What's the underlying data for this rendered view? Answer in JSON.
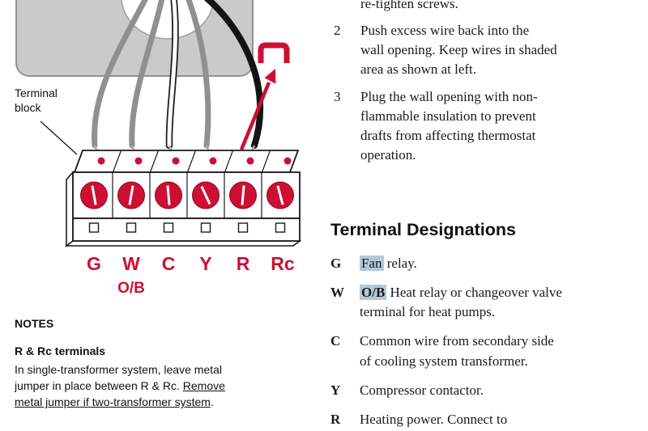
{
  "colors": {
    "accent_red": "#cf0e34",
    "highlight": "#b3c9d9",
    "plate_gray": "#c9cbc9"
  },
  "diagram": {
    "terminal_block_label_line1": "Terminal",
    "terminal_block_label_line2": "block",
    "terminal_labels": [
      "G",
      "W",
      "C",
      "Y",
      "R",
      "Rc"
    ],
    "ob_label": "O/B"
  },
  "notes": {
    "heading": "NOTES",
    "subheading": "R & Rc terminals",
    "line1": "In single-transformer system, leave metal",
    "line2": "jumper in place between R & Rc. ",
    "line2_underlined": "Remove",
    "line3_underlined": "metal jumper if two-transformer system",
    "line3_period": "."
  },
  "instructions": {
    "partial_top": "re-tighten screws.",
    "steps": [
      {
        "num": "2",
        "text": "Push excess wire back into the\nwall opening. Keep wires in shaded\narea as shown at left."
      },
      {
        "num": "3",
        "text": "Plug the wall opening with non-\nflammable insulation to prevent\ndrafts from affecting thermostat\noperation."
      }
    ]
  },
  "designations": {
    "heading": "Terminal Designations",
    "entries": [
      {
        "key": "G",
        "highlight": "Fan",
        "rest": " relay."
      },
      {
        "key": "W",
        "highlight": "O/B",
        "rest": " Heat relay or changeover valve\nterminal for heat pumps."
      },
      {
        "key": "C",
        "highlight": "",
        "rest": "Common wire from secondary side\nof cooling system transformer."
      },
      {
        "key": "Y",
        "highlight": "",
        "rest": "Compressor contactor."
      },
      {
        "key": "R",
        "highlight": "",
        "rest": "Heating power. Connect to"
      }
    ]
  }
}
